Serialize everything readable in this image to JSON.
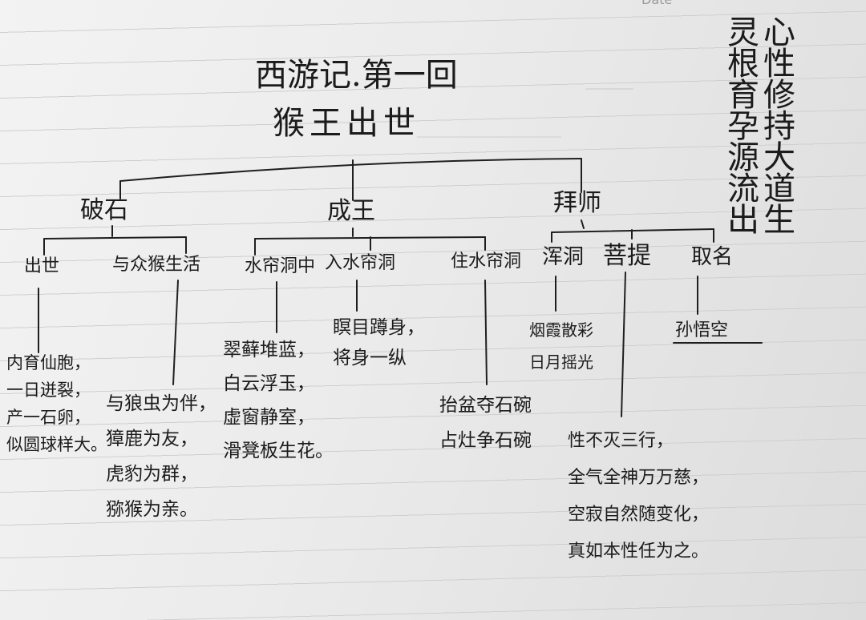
{
  "page": {
    "header_label": "Date",
    "title": "西游记.第一回",
    "subtitle": "猴王出世",
    "couplet": {
      "right_column": "心性修持大道生",
      "left_column": "灵根育孕源流出"
    }
  },
  "branches": {
    "poshi": {
      "label": "破石",
      "children": {
        "chushi": {
          "label": "出世",
          "lines": [
            "内育仙胞，",
            "一日迸裂，",
            "产一石卵，",
            "似圆球样大。"
          ]
        },
        "yuzhong": {
          "label": "与众猴生活",
          "lines": [
            "与狼虫为伴，",
            "獐鹿为友，",
            "虎豹为群，",
            "猕猴为亲。"
          ]
        }
      }
    },
    "chengwang": {
      "label": "成王",
      "children": {
        "shuiliandongzhong": {
          "label": "水帘洞中",
          "lines": [
            "翠藓堆蓝，",
            "白云浮玉，",
            "虚窗静室，",
            "滑凳板生花。"
          ]
        },
        "ru": {
          "label": "入水帘洞",
          "lines": [
            "瞑目蹲身，",
            "将身一纵"
          ]
        },
        "zhu": {
          "label": "住水帘洞",
          "lines": [
            "抬盆夺石碗",
            "占灶争石碗"
          ]
        }
      }
    },
    "baishi": {
      "label": "拜师",
      "children": {
        "hundong": {
          "label": "浑洞",
          "lines": [
            "烟霞散彩",
            "日月摇光"
          ]
        },
        "puti": {
          "label": "菩提",
          "lines": [
            "性不灭三行，",
            "全气全神万万慈，",
            "空寂自然随变化，",
            "真如本性任为之。"
          ]
        },
        "quming": {
          "label": "取名",
          "lines": [
            "孙悟空"
          ]
        }
      }
    }
  }
}
